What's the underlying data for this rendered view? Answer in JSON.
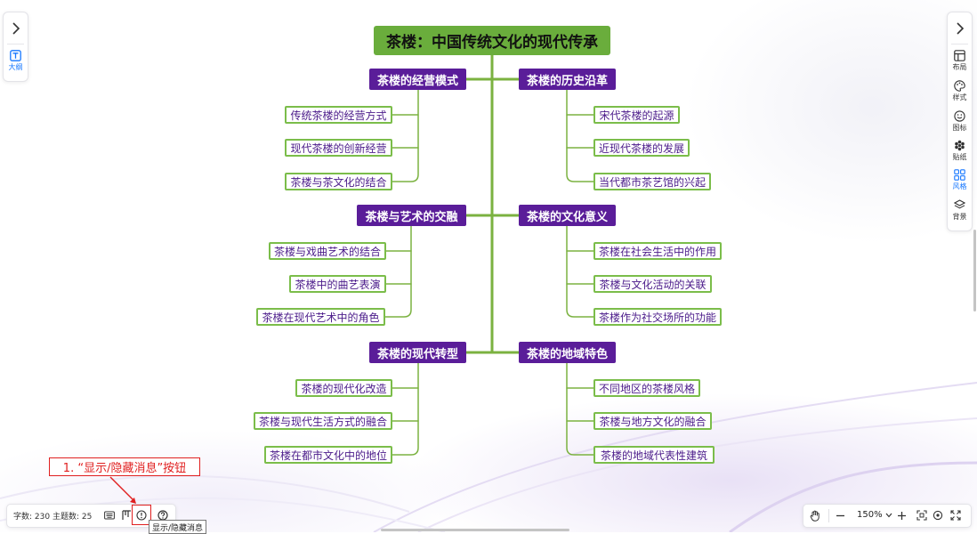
{
  "mindmap": {
    "root": "茶楼：中国传统文化的现代传承",
    "branches": [
      {
        "title": "茶楼的经营模式",
        "leaves": [
          "传统茶楼的经营方式",
          "现代茶楼的创新经营",
          "茶楼与茶文化的结合"
        ]
      },
      {
        "title": "茶楼的历史沿革",
        "leaves": [
          "宋代茶楼的起源",
          "近现代茶楼的发展",
          "当代都市茶艺馆的兴起"
        ]
      },
      {
        "title": "茶楼与艺术的交融",
        "leaves": [
          "茶楼与戏曲艺术的结合",
          "茶楼中的曲艺表演",
          "茶楼在现代艺术中的角色"
        ]
      },
      {
        "title": "茶楼的文化意义",
        "leaves": [
          "茶楼在社会生活中的作用",
          "茶楼与文化活动的关联",
          "茶楼作为社交场所的功能"
        ]
      },
      {
        "title": "茶楼的现代转型",
        "leaves": [
          "茶楼的现代化改造",
          "茶楼与现代生活方式的融合",
          "茶楼在都市文化中的地位"
        ]
      },
      {
        "title": "茶楼的地域特色",
        "leaves": [
          "不同地区的茶楼风格",
          "茶楼与地方文化的融合",
          "茶楼的地域代表性建筑"
        ]
      }
    ]
  },
  "left_panel": {
    "outline_label": "大纲"
  },
  "right_panel": {
    "tools": [
      {
        "label": "布局",
        "icon": "layout-icon"
      },
      {
        "label": "样式",
        "icon": "palette-icon"
      },
      {
        "label": "图标",
        "icon": "smiley-icon"
      },
      {
        "label": "贴纸",
        "icon": "sticker-icon"
      },
      {
        "label": "风格",
        "icon": "style-grid-icon",
        "active": true
      },
      {
        "label": "背景",
        "icon": "layers-icon"
      }
    ]
  },
  "status_bar": {
    "word_count": "字数: 230",
    "topic_count": "主题数: 25",
    "tooltip": "显示/隐藏消息"
  },
  "annotation": {
    "text": "1. “显示/隐藏消息”按钮"
  },
  "zoom": {
    "value": "150%"
  },
  "colors": {
    "root_bg": "#6aad3c",
    "branch_bg": "#5a1d99",
    "leaf_border": "#7bbd4a",
    "leaf_text": "#4b1b8a",
    "line": "#7bb240",
    "annotation_red": "#e02020",
    "active_blue": "#1677ff"
  }
}
